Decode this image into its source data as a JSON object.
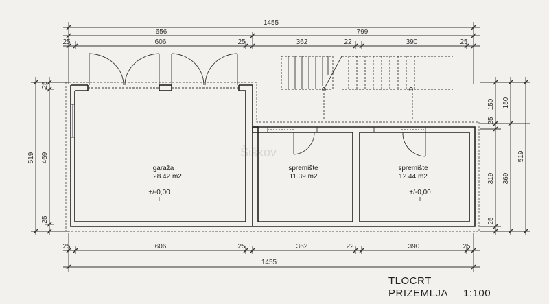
{
  "watermark": "Šiškov",
  "rooms": [
    {
      "name": "garaža",
      "area": "28.42 m2",
      "level": "+/-0,00"
    },
    {
      "name": "spremište",
      "area": "11.39 m2"
    },
    {
      "name": "spremište",
      "area": "12.44 m2",
      "level": "+/-0,00"
    }
  ],
  "dims_top": {
    "total": "1455",
    "left_total": "656",
    "right_total": "799",
    "wall_left": "25",
    "garage": "606",
    "wall_mid": "25",
    "store1": "362",
    "wall_inner": "22",
    "store2": "390",
    "wall_right": "25"
  },
  "dims_bottom": {
    "wall_left": "25",
    "garage": "606",
    "wall_mid": "25",
    "store1": "362",
    "wall_inner": "22",
    "store2": "390",
    "wall_right": "25",
    "total": "1455"
  },
  "dims_left": {
    "total": "519",
    "inner": "469",
    "wall_top": "25",
    "wall_bottom": "25"
  },
  "dims_right": {
    "total": "519",
    "upper": "150",
    "upper_inner": "150",
    "wall_mid": "25",
    "room": "319",
    "room_total": "369",
    "wall_bottom": "25"
  },
  "title": {
    "line1": "TLOCRT",
    "line2": "PRIZEMLJA",
    "scale": "1:100"
  }
}
